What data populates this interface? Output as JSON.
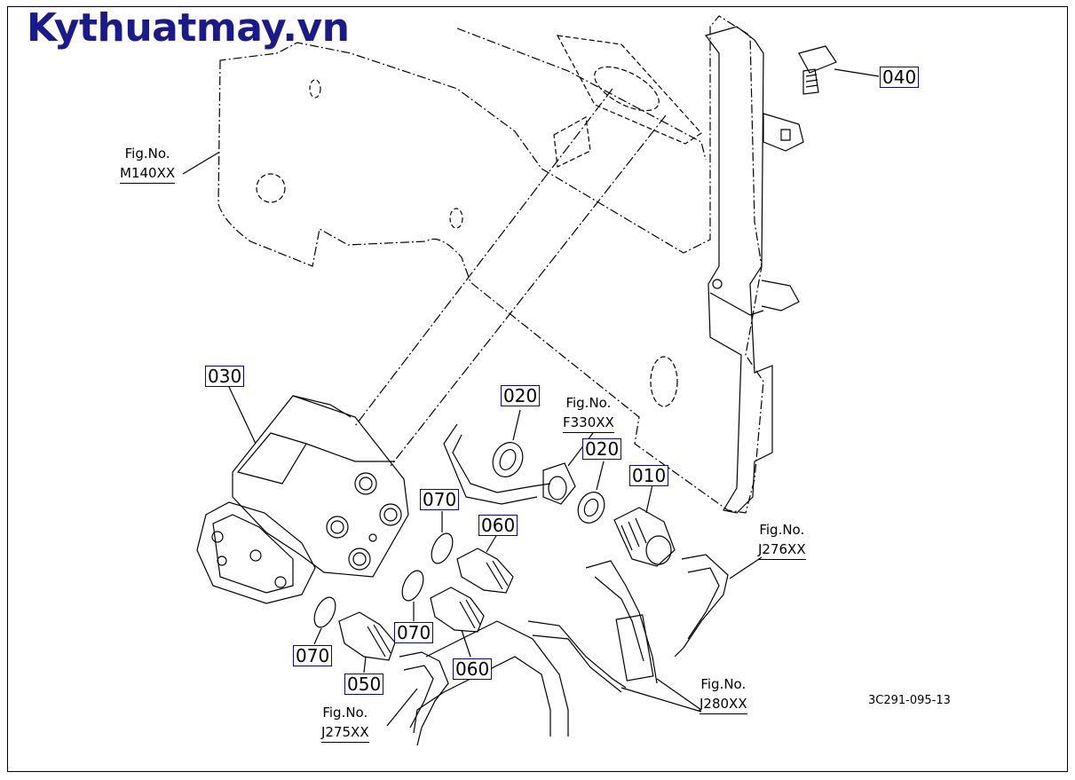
{
  "brand": {
    "text": "Kythuatmay.vn",
    "color": "#1a1a8a"
  },
  "diagram_code": "3C291-095-13",
  "part_labels": {
    "p010": "010",
    "p020a": "020",
    "p020b": "020",
    "p030": "030",
    "p040": "040",
    "p050": "050",
    "p060a": "060",
    "p060b": "060",
    "p070a": "070",
    "p070b": "070",
    "p070c": "070"
  },
  "fig_refs": {
    "m140": {
      "no": "Fig.No.",
      "code": "M140XX"
    },
    "f330": {
      "no": "Fig.No.",
      "code": "F330XX"
    },
    "j276": {
      "no": "Fig.No.",
      "code": "J276XX"
    },
    "j280": {
      "no": "Fig.No.",
      "code": "J280XX"
    },
    "j275": {
      "no": "Fig.No.",
      "code": "J275XX"
    }
  }
}
